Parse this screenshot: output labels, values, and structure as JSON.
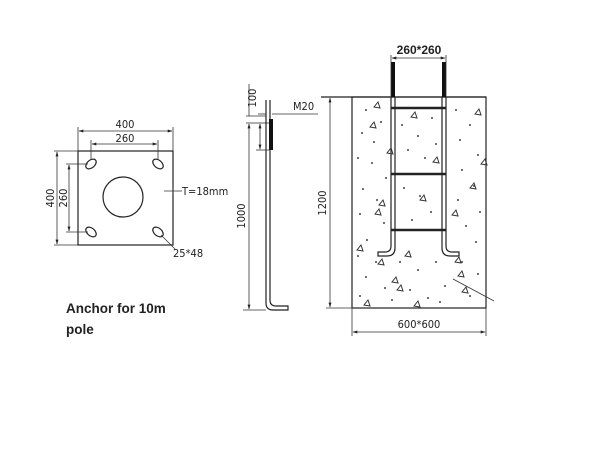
{
  "plate_view": {
    "width_outer_label": "400",
    "width_inner_label": "260",
    "height_outer_label": "400",
    "height_inner_label": "260",
    "thickness_label": "T=18mm",
    "slot_label": "25*48"
  },
  "bolt_view": {
    "top_length_label": "100",
    "thread_label": "M20",
    "length_label": "1000"
  },
  "foundation_view": {
    "bolt_spacing_label": "260*260",
    "depth_label": "1200",
    "base_label": "600*600"
  },
  "caption": {
    "line1": "Anchor for 10m",
    "line2": "pole"
  }
}
